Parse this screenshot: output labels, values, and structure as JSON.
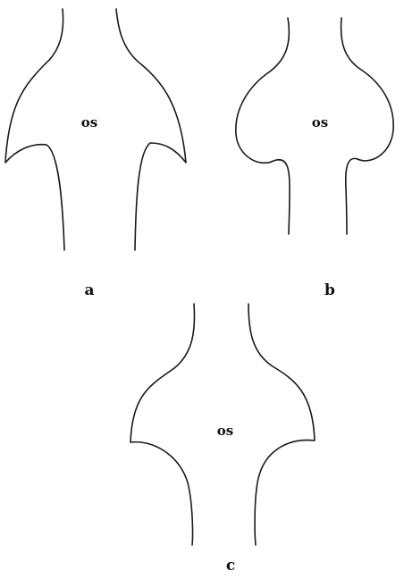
{
  "panels": [
    {
      "id": "a",
      "region_label": "os",
      "caption": "a"
    },
    {
      "id": "b",
      "region_label": "os",
      "caption": "b"
    },
    {
      "id": "c",
      "region_label": "os",
      "caption": "c"
    }
  ],
  "colors": {
    "outline": "#1a1a1a",
    "text": "#111111",
    "background": "#ffffff"
  }
}
